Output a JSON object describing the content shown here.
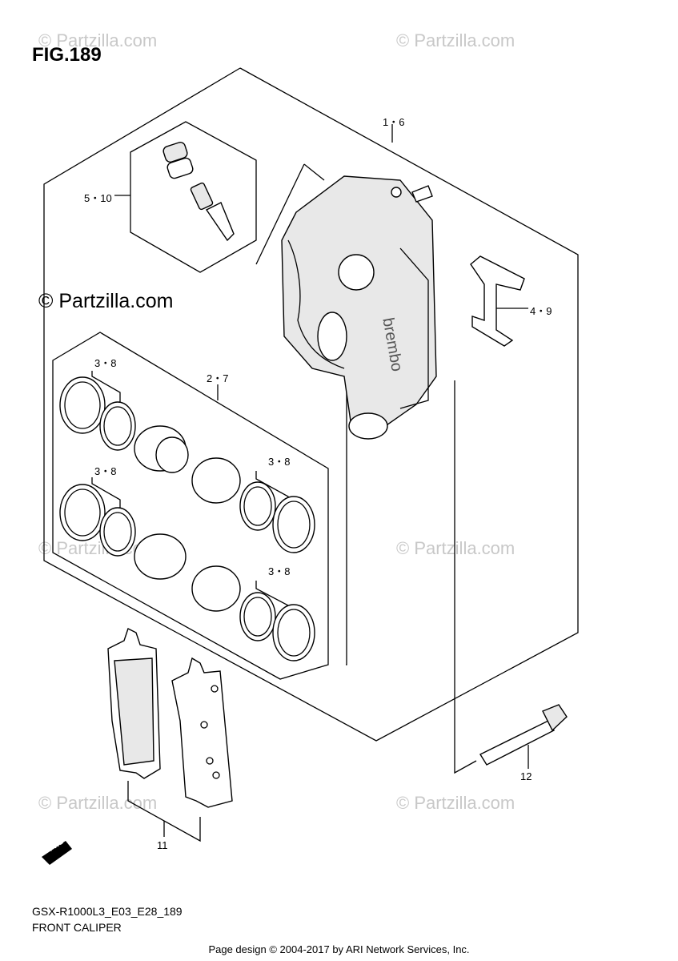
{
  "figure": {
    "title": "FIG.189",
    "model_code": "GSX-R1000L3_E03_E28_189",
    "caption": "FRONT CALIPER"
  },
  "watermarks": {
    "small": "© Partzilla.com",
    "main": "© Partzilla.com"
  },
  "callouts": {
    "c1_6": "1・6",
    "c5_10": "5・10",
    "c4_9": "4・9",
    "c2_7": "2・7",
    "c3_8_a": "3・8",
    "c3_8_b": "3・8",
    "c3_8_c": "3・8",
    "c3_8_d": "3・8",
    "c12": "12",
    "c11": "11"
  },
  "stamp": {
    "brand": "brembo",
    "fwd": "FWD"
  },
  "footer": "Page design © 2004-2017 by ARI Network Services, Inc."
}
